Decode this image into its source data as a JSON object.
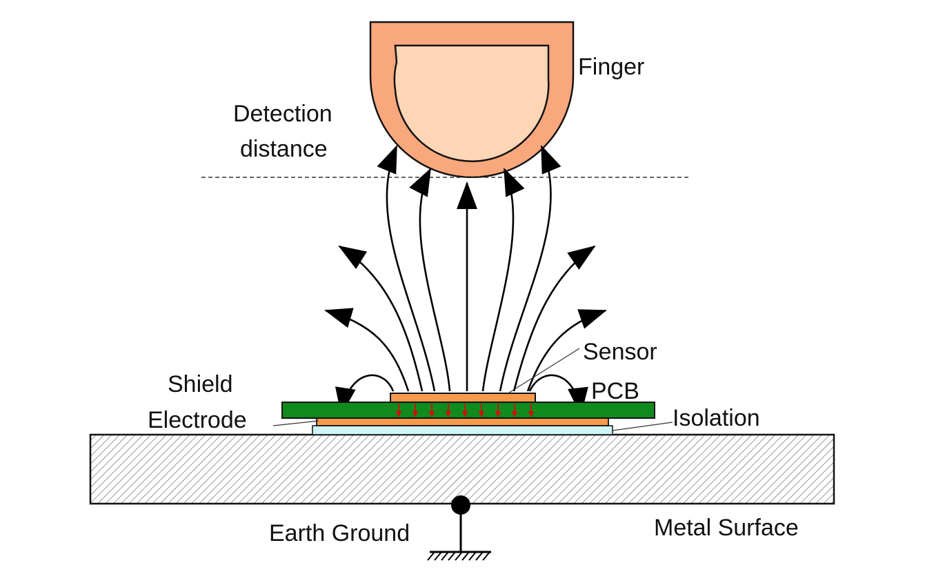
{
  "labels": {
    "finger": "Finger",
    "detection_line1": "Detection",
    "detection_line2": "distance",
    "sensor": "Sensor",
    "pcb": "PCB",
    "shield_line1": "Shield",
    "shield_line2": "Electrode",
    "isolation": "Isolation",
    "earth_ground": "Earth Ground",
    "metal_surface": "Metal Surface"
  },
  "colors": {
    "finger_outer": "#F9A77C",
    "finger_inner": "#FDD6B6",
    "pcb": "#0F8A1C",
    "sensor": "#F59A4A",
    "shield": "#F59A4A",
    "isolation": "#CFF5F7",
    "field_lines": "#000000",
    "small_arrows": "#CC1111"
  }
}
